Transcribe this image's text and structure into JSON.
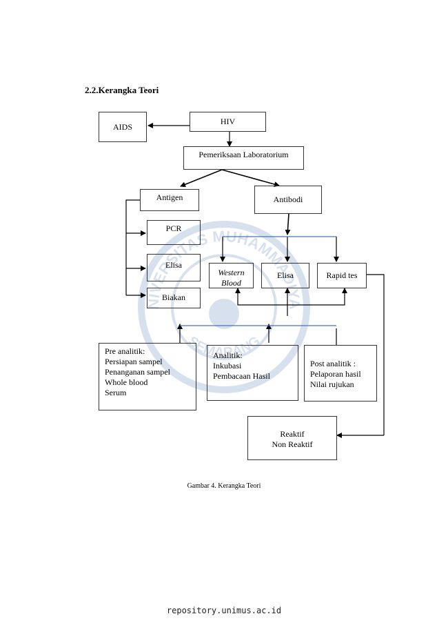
{
  "section": {
    "heading": "2.2.Kerangka Teori"
  },
  "diagram": {
    "hiv": "HIV",
    "aids": "AIDS",
    "lab": "Pemeriksaan Laboratorium",
    "antigen": "Antigen",
    "antibodi": "Antibodi",
    "pcr": "PCR",
    "elisa_antigen": "Elisa",
    "biakan": "Biakan",
    "western": "Western Blood",
    "elisa_antibodi": "Elisa",
    "rapid": "Rapid tes",
    "pre": [
      "Pre analitik:",
      "Persiapan sampel",
      "Penanganan sampel",
      "Whole blood",
      "Serum"
    ],
    "analitik": [
      "Analitik:",
      "Inkubasi",
      "Pembacaan Hasil"
    ],
    "post": [
      "Post analitik :",
      "Pelaporan hasil",
      "Nilai rujukan"
    ],
    "result": [
      "Reaktif",
      "Non Reaktif"
    ]
  },
  "watermark": {
    "top_text": "UNIVERSITAS MUHAMMADIYAH",
    "bottom_text": "SEMARANG"
  },
  "caption": "Gambar 4. Kerangka Teori",
  "footer": "repository.unimus.ac.id",
  "colors": {
    "blue_line": "#4472c4",
    "line": "#000000",
    "watermark": "#2a5d9f"
  }
}
